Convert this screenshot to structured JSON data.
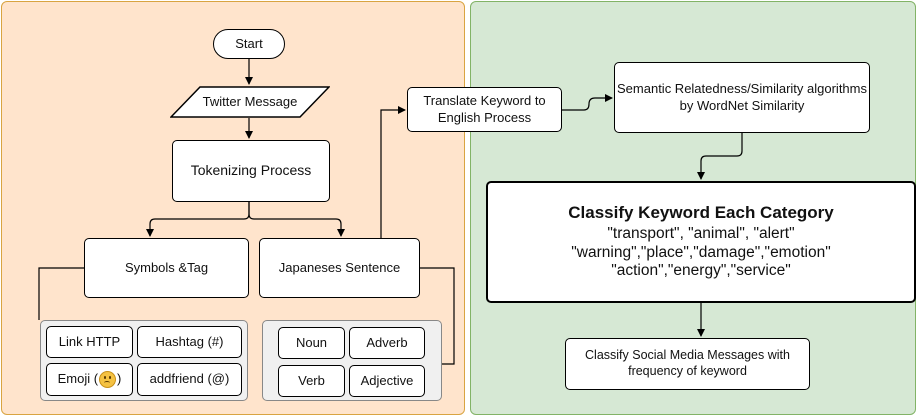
{
  "nodes": {
    "start": "Start",
    "twitter_message": "Twitter Message",
    "tokenizing": "Tokenizing Process",
    "symbols_tag": "Symbols &Tag",
    "japanese_sentence": "Japaneses Sentence",
    "translate": "Translate Keyword to English Process",
    "semantic": "Semantic Relatedness/Similarity algorithms by WordNet Similarity",
    "classify_title": "Classify Keyword Each Category",
    "classify_lines": [
      "\"transport\", \"animal\", \"alert\"",
      "\"warning\",\"place\",\"damage\",\"emotion\"",
      "\"action\",\"energy\",\"service\""
    ],
    "social": "Classify Social Media Messages with frequency of keyword"
  },
  "symbols_group": {
    "link": "Link HTTP",
    "hashtag": "Hashtag (#)",
    "emoji_prefix": "Emoji (",
    "emoji_suffix": ")",
    "emoji_icon": "sad-face-emoji",
    "addfriend": "addfriend (@)"
  },
  "japanese_group": {
    "noun": "Noun",
    "adverb": "Adverb",
    "verb": "Verb",
    "adjective": "Adjective"
  },
  "colors": {
    "left_panel_fill": "#ffe4cc",
    "left_panel_border": "#d9a441",
    "right_panel_fill": "#d6e8d4",
    "right_panel_border": "#82b366",
    "group_fill": "#f0f0f0"
  }
}
